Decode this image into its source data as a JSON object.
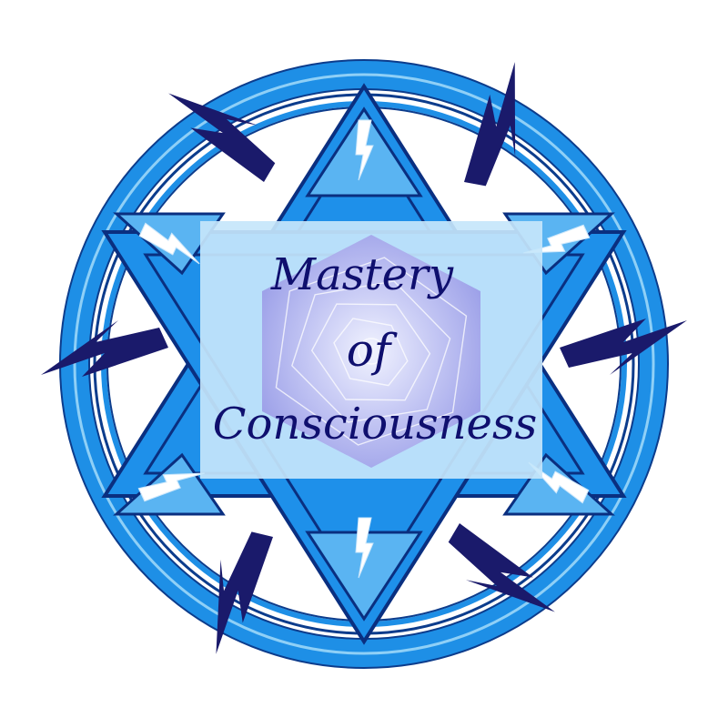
{
  "logo": {
    "title_lines": [
      "Mastery",
      "of",
      "Consciousness"
    ],
    "colors": {
      "ring_outer": "#1e8fe6",
      "ring_edge": "#0c3c8c",
      "star_fill": "#1e90ea",
      "star_inner": "#5ab4f2",
      "star_outline": "#0a2f80",
      "bolt_dark": "#1a1a6b",
      "bolt_light": "#ffffff",
      "panel": "#c6e6fb",
      "hexagon": "#a7a8ee",
      "title": "#0f0f6e"
    },
    "icons": [
      "lightning-bolt-icon",
      "star-of-david-icon",
      "spiral-hexagon-icon"
    ]
  }
}
